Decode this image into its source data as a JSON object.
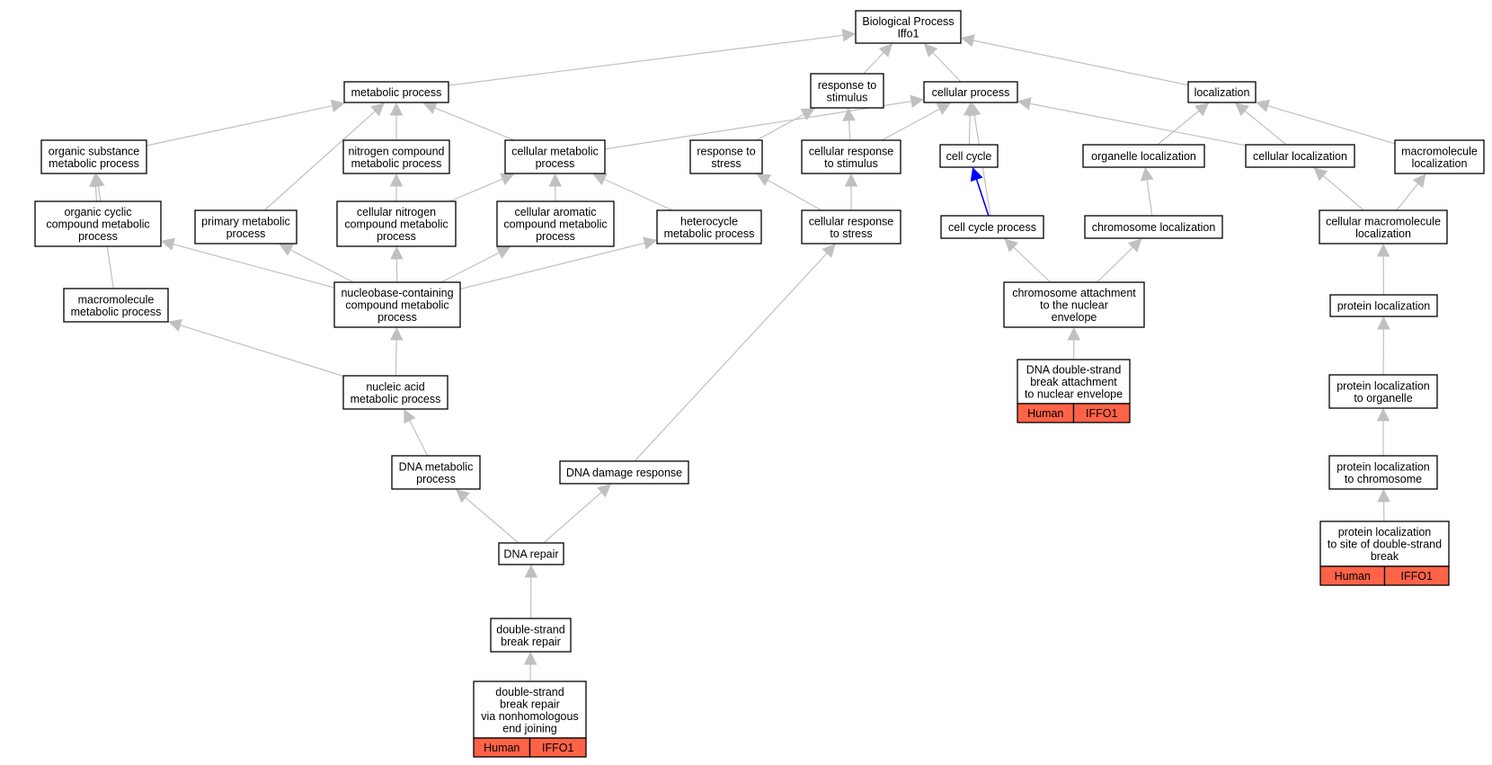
{
  "graph": {
    "edge_color": "#c0c0c0",
    "highlight_color": "#0000ff",
    "annotation_color": "#ff6347",
    "nodes": [
      {
        "id": "bp",
        "lines": [
          "Biological Process",
          "Iffo1"
        ]
      },
      {
        "id": "metabolic",
        "lines": [
          "metabolic process"
        ]
      },
      {
        "id": "resp_stim",
        "lines": [
          "response to",
          "stimulus"
        ]
      },
      {
        "id": "cell_proc",
        "lines": [
          "cellular process"
        ]
      },
      {
        "id": "localization",
        "lines": [
          "localization"
        ]
      },
      {
        "id": "org_sub",
        "lines": [
          "organic substance",
          "metabolic process"
        ]
      },
      {
        "id": "nitrogen",
        "lines": [
          "nitrogen compound",
          "metabolic process"
        ]
      },
      {
        "id": "cell_metab",
        "lines": [
          "cellular metabolic",
          "process"
        ]
      },
      {
        "id": "resp_stress",
        "lines": [
          "response to",
          "stress"
        ]
      },
      {
        "id": "cell_resp_stim",
        "lines": [
          "cellular response",
          "to stimulus"
        ]
      },
      {
        "id": "cell_cycle",
        "lines": [
          "cell cycle"
        ]
      },
      {
        "id": "org_loc",
        "lines": [
          "organelle localization"
        ]
      },
      {
        "id": "cell_loc",
        "lines": [
          "cellular localization"
        ]
      },
      {
        "id": "macro_loc",
        "lines": [
          "macromolecule",
          "localization"
        ]
      },
      {
        "id": "org_cyclic",
        "lines": [
          "organic cyclic",
          "compound metabolic",
          "process"
        ]
      },
      {
        "id": "primary",
        "lines": [
          "primary metabolic",
          "process"
        ]
      },
      {
        "id": "cell_nitro",
        "lines": [
          "cellular nitrogen",
          "compound metabolic",
          "process"
        ]
      },
      {
        "id": "cell_arom",
        "lines": [
          "cellular aromatic",
          "compound metabolic",
          "process"
        ]
      },
      {
        "id": "heterocycle",
        "lines": [
          "heterocycle",
          "metabolic process"
        ]
      },
      {
        "id": "cell_resp_stress",
        "lines": [
          "cellular response",
          "to stress"
        ]
      },
      {
        "id": "cc_proc",
        "lines": [
          "cell cycle process"
        ]
      },
      {
        "id": "chrom_loc",
        "lines": [
          "chromosome localization"
        ]
      },
      {
        "id": "cell_macro_loc",
        "lines": [
          "cellular macromolecule",
          "localization"
        ]
      },
      {
        "id": "macro_metab",
        "lines": [
          "macromolecule",
          "metabolic process"
        ]
      },
      {
        "id": "nucleobase",
        "lines": [
          "nucleobase-containing",
          "compound metabolic",
          "process"
        ]
      },
      {
        "id": "chrom_attach",
        "lines": [
          "chromosome attachment",
          "to the nuclear",
          "envelope"
        ]
      },
      {
        "id": "prot_loc",
        "lines": [
          "protein localization"
        ]
      },
      {
        "id": "nucleic",
        "lines": [
          "nucleic acid",
          "metabolic process"
        ]
      },
      {
        "id": "dsb_attach",
        "lines": [
          "DNA double-strand",
          "break attachment",
          "to nuclear envelope"
        ],
        "annotation": [
          "Human",
          "IFFO1"
        ]
      },
      {
        "id": "prot_loc_org",
        "lines": [
          "protein localization",
          "to organelle"
        ]
      },
      {
        "id": "dna_metab",
        "lines": [
          "DNA metabolic",
          "process"
        ]
      },
      {
        "id": "dna_damage",
        "lines": [
          "DNA damage response"
        ]
      },
      {
        "id": "prot_loc_chrom",
        "lines": [
          "protein localization",
          "to chromosome"
        ]
      },
      {
        "id": "dna_repair",
        "lines": [
          "DNA repair"
        ]
      },
      {
        "id": "prot_loc_dsb",
        "lines": [
          "protein localization",
          "to site of double-strand",
          "break"
        ],
        "annotation": [
          "Human",
          "IFFO1"
        ]
      },
      {
        "id": "dsb_repair",
        "lines": [
          "double-strand",
          "break repair"
        ]
      },
      {
        "id": "nhej",
        "lines": [
          "double-strand",
          "break repair",
          "via nonhomologous",
          "end joining"
        ],
        "annotation": [
          "Human",
          "IFFO1"
        ]
      }
    ],
    "edges": [
      {
        "from": "metabolic",
        "to": "bp"
      },
      {
        "from": "resp_stim",
        "to": "bp"
      },
      {
        "from": "cell_proc",
        "to": "bp"
      },
      {
        "from": "localization",
        "to": "bp"
      },
      {
        "from": "org_sub",
        "to": "metabolic"
      },
      {
        "from": "nitrogen",
        "to": "metabolic"
      },
      {
        "from": "cell_metab",
        "to": "metabolic"
      },
      {
        "from": "primary",
        "to": "metabolic"
      },
      {
        "from": "cell_metab",
        "to": "cell_proc"
      },
      {
        "from": "resp_stress",
        "to": "resp_stim"
      },
      {
        "from": "cell_resp_stim",
        "to": "resp_stim"
      },
      {
        "from": "cell_resp_stim",
        "to": "cell_proc"
      },
      {
        "from": "cell_cycle",
        "to": "cell_proc"
      },
      {
        "from": "cc_proc",
        "to": "cell_proc"
      },
      {
        "from": "cell_loc",
        "to": "cell_proc"
      },
      {
        "from": "org_loc",
        "to": "localization"
      },
      {
        "from": "cell_loc",
        "to": "localization"
      },
      {
        "from": "macro_loc",
        "to": "localization"
      },
      {
        "from": "org_cyclic",
        "to": "org_sub"
      },
      {
        "from": "macro_metab",
        "to": "org_sub"
      },
      {
        "from": "cell_nitro",
        "to": "nitrogen"
      },
      {
        "from": "cell_nitro",
        "to": "cell_metab"
      },
      {
        "from": "cell_arom",
        "to": "cell_metab"
      },
      {
        "from": "heterocycle",
        "to": "cell_metab"
      },
      {
        "from": "cell_resp_stress",
        "to": "resp_stress"
      },
      {
        "from": "cell_resp_stress",
        "to": "cell_resp_stim"
      },
      {
        "from": "cc_proc",
        "to": "cell_cycle",
        "highlight": true
      },
      {
        "from": "chrom_loc",
        "to": "org_loc"
      },
      {
        "from": "cell_macro_loc",
        "to": "cell_loc"
      },
      {
        "from": "cell_macro_loc",
        "to": "macro_loc"
      },
      {
        "from": "nucleobase",
        "to": "org_cyclic"
      },
      {
        "from": "nucleobase",
        "to": "primary"
      },
      {
        "from": "nucleobase",
        "to": "cell_nitro"
      },
      {
        "from": "nucleobase",
        "to": "cell_arom"
      },
      {
        "from": "nucleobase",
        "to": "heterocycle"
      },
      {
        "from": "chrom_attach",
        "to": "cc_proc"
      },
      {
        "from": "chrom_attach",
        "to": "chrom_loc"
      },
      {
        "from": "prot_loc",
        "to": "cell_macro_loc"
      },
      {
        "from": "nucleic",
        "to": "nucleobase"
      },
      {
        "from": "nucleic",
        "to": "macro_metab"
      },
      {
        "from": "dsb_attach",
        "to": "chrom_attach"
      },
      {
        "from": "prot_loc_org",
        "to": "prot_loc"
      },
      {
        "from": "dna_metab",
        "to": "nucleic"
      },
      {
        "from": "dna_damage",
        "to": "cell_resp_stress"
      },
      {
        "from": "prot_loc_chrom",
        "to": "prot_loc_org"
      },
      {
        "from": "dna_repair",
        "to": "dna_metab"
      },
      {
        "from": "dna_repair",
        "to": "dna_damage"
      },
      {
        "from": "prot_loc_dsb",
        "to": "prot_loc_chrom"
      },
      {
        "from": "dsb_repair",
        "to": "dna_repair"
      },
      {
        "from": "nhej",
        "to": "dsb_repair"
      }
    ]
  }
}
